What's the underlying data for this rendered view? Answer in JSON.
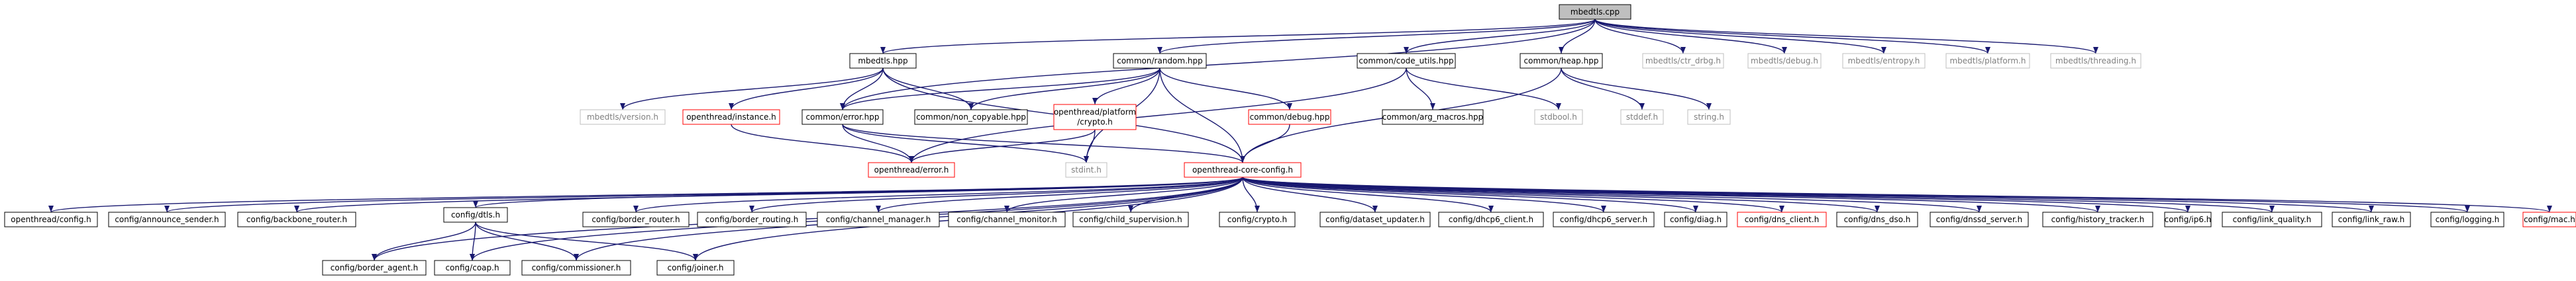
{
  "nodes": {
    "root": {
      "label": "mbedtls.cpp",
      "style": "root"
    },
    "mbedtls_hpp": {
      "label": "mbedtls.hpp",
      "style": "black"
    },
    "random_hpp": {
      "label": "common/random.hpp",
      "style": "black"
    },
    "code_utils_hpp": {
      "label": "common/code_utils.hpp",
      "style": "black"
    },
    "heap_hpp": {
      "label": "common/heap.hpp",
      "style": "black"
    },
    "ctr_drbg_h": {
      "label": "mbedtls/ctr_drbg.h",
      "style": "grey"
    },
    "debug_h": {
      "label": "mbedtls/debug.h",
      "style": "grey"
    },
    "entropy_h": {
      "label": "mbedtls/entropy.h",
      "style": "grey"
    },
    "platform_h": {
      "label": "mbedtls/platform.h",
      "style": "grey"
    },
    "threading_h": {
      "label": "mbedtls/threading.h",
      "style": "grey"
    },
    "version_h": {
      "label": "mbedtls/version.h",
      "style": "grey"
    },
    "instance_h": {
      "label": "openthread/instance.h",
      "style": "red"
    },
    "error_hpp": {
      "label": "common/error.hpp",
      "style": "black"
    },
    "non_copyable_hpp": {
      "label": "common/non_copyable.hpp",
      "style": "black"
    },
    "platform_crypto_h": {
      "label": [
        "openthread/platform",
        "/crypto.h"
      ],
      "style": "red"
    },
    "debug_hpp": {
      "label": "common/debug.hpp",
      "style": "red"
    },
    "arg_macros_hpp": {
      "label": "common/arg_macros.hpp",
      "style": "black"
    },
    "stdbool_h": {
      "label": "stdbool.h",
      "style": "grey"
    },
    "stddef_h": {
      "label": "stddef.h",
      "style": "grey"
    },
    "string_h": {
      "label": "string.h",
      "style": "grey"
    },
    "error_h": {
      "label": "openthread/error.h",
      "style": "red"
    },
    "stdint_h": {
      "label": "stdint.h",
      "style": "grey"
    },
    "core_config_h": {
      "label": "openthread-core-config.h",
      "style": "red"
    },
    "ot_config_h": {
      "label": "openthread/config.h",
      "style": "black"
    },
    "announce_sender_h": {
      "label": "config/announce_sender.h",
      "style": "black"
    },
    "backbone_router_h": {
      "label": "config/backbone_router.h",
      "style": "black"
    },
    "dtls_h": {
      "label": "config/dtls.h",
      "style": "black"
    },
    "border_router_h": {
      "label": "config/border_router.h",
      "style": "black"
    },
    "border_routing_h": {
      "label": "config/border_routing.h",
      "style": "black"
    },
    "channel_manager_h": {
      "label": "config/channel_manager.h",
      "style": "black"
    },
    "channel_monitor_h": {
      "label": "config/channel_monitor.h",
      "style": "black"
    },
    "child_supervision_h": {
      "label": "config/child_supervision.h",
      "style": "black"
    },
    "crypto_h": {
      "label": "config/crypto.h",
      "style": "black"
    },
    "dataset_updater_h": {
      "label": "config/dataset_updater.h",
      "style": "black"
    },
    "dhcp6_client_h": {
      "label": "config/dhcp6_client.h",
      "style": "black"
    },
    "dhcp6_server_h": {
      "label": "config/dhcp6_server.h",
      "style": "black"
    },
    "diag_h": {
      "label": "config/diag.h",
      "style": "black"
    },
    "dns_client_h": {
      "label": "config/dns_client.h",
      "style": "red"
    },
    "dns_dso_h": {
      "label": "config/dns_dso.h",
      "style": "black"
    },
    "dnssd_server_h": {
      "label": "config/dnssd_server.h",
      "style": "black"
    },
    "history_tracker_h": {
      "label": "config/history_tracker.h",
      "style": "black"
    },
    "ip6_h": {
      "label": "config/ip6.h",
      "style": "black"
    },
    "link_quality_h": {
      "label": "config/link_quality.h",
      "style": "black"
    },
    "link_raw_h": {
      "label": "config/link_raw.h",
      "style": "black"
    },
    "logging_h": {
      "label": "config/logging.h",
      "style": "black"
    },
    "mac_h": {
      "label": "config/mac.h",
      "style": "red"
    },
    "border_agent_h": {
      "label": "config/border_agent.h",
      "style": "black"
    },
    "coap_h": {
      "label": "config/coap.h",
      "style": "black"
    },
    "commissioner_h": {
      "label": "config/commissioner.h",
      "style": "black"
    },
    "joiner_h": {
      "label": "config/joiner.h",
      "style": "black"
    }
  },
  "edges": [
    [
      "root",
      "mbedtls_hpp"
    ],
    [
      "root",
      "random_hpp"
    ],
    [
      "root",
      "code_utils_hpp"
    ],
    [
      "root",
      "heap_hpp"
    ],
    [
      "root",
      "ctr_drbg_h"
    ],
    [
      "root",
      "debug_h"
    ],
    [
      "root",
      "entropy_h"
    ],
    [
      "root",
      "platform_h"
    ],
    [
      "root",
      "threading_h"
    ],
    [
      "root",
      "error_hpp"
    ],
    [
      "mbedtls_hpp",
      "version_h"
    ],
    [
      "mbedtls_hpp",
      "instance_h"
    ],
    [
      "mbedtls_hpp",
      "error_hpp"
    ],
    [
      "mbedtls_hpp",
      "non_copyable_hpp"
    ],
    [
      "mbedtls_hpp",
      "core_config_h"
    ],
    [
      "random_hpp",
      "error_hpp"
    ],
    [
      "random_hpp",
      "non_copyable_hpp"
    ],
    [
      "random_hpp",
      "platform_crypto_h"
    ],
    [
      "random_hpp",
      "debug_hpp"
    ],
    [
      "random_hpp",
      "stdint_h"
    ],
    [
      "random_hpp",
      "core_config_h"
    ],
    [
      "code_utils_hpp",
      "arg_macros_hpp"
    ],
    [
      "code_utils_hpp",
      "stdbool_h"
    ],
    [
      "code_utils_hpp",
      "error_h"
    ],
    [
      "heap_hpp",
      "stddef_h"
    ],
    [
      "heap_hpp",
      "string_h"
    ],
    [
      "heap_hpp",
      "core_config_h"
    ],
    [
      "instance_h",
      "error_h"
    ],
    [
      "error_hpp",
      "error_h"
    ],
    [
      "error_hpp",
      "stdint_h"
    ],
    [
      "error_hpp",
      "core_config_h"
    ],
    [
      "platform_crypto_h",
      "error_h"
    ],
    [
      "platform_crypto_h",
      "stdint_h"
    ],
    [
      "debug_hpp",
      "core_config_h"
    ],
    [
      "core_config_h",
      "ot_config_h"
    ],
    [
      "core_config_h",
      "announce_sender_h"
    ],
    [
      "core_config_h",
      "backbone_router_h"
    ],
    [
      "core_config_h",
      "dtls_h"
    ],
    [
      "core_config_h",
      "border_router_h"
    ],
    [
      "core_config_h",
      "border_routing_h"
    ],
    [
      "core_config_h",
      "channel_manager_h"
    ],
    [
      "core_config_h",
      "channel_monitor_h"
    ],
    [
      "core_config_h",
      "child_supervision_h"
    ],
    [
      "core_config_h",
      "crypto_h"
    ],
    [
      "core_config_h",
      "dataset_updater_h"
    ],
    [
      "core_config_h",
      "dhcp6_client_h"
    ],
    [
      "core_config_h",
      "dhcp6_server_h"
    ],
    [
      "core_config_h",
      "diag_h"
    ],
    [
      "core_config_h",
      "dns_client_h"
    ],
    [
      "core_config_h",
      "dns_dso_h"
    ],
    [
      "core_config_h",
      "dnssd_server_h"
    ],
    [
      "core_config_h",
      "history_tracker_h"
    ],
    [
      "core_config_h",
      "ip6_h"
    ],
    [
      "core_config_h",
      "link_quality_h"
    ],
    [
      "core_config_h",
      "link_raw_h"
    ],
    [
      "core_config_h",
      "logging_h"
    ],
    [
      "core_config_h",
      "mac_h"
    ],
    [
      "core_config_h",
      "border_agent_h"
    ],
    [
      "core_config_h",
      "coap_h"
    ],
    [
      "core_config_h",
      "commissioner_h"
    ],
    [
      "core_config_h",
      "joiner_h"
    ],
    [
      "dtls_h",
      "border_agent_h"
    ],
    [
      "dtls_h",
      "coap_h"
    ],
    [
      "dtls_h",
      "commissioner_h"
    ],
    [
      "dtls_h",
      "joiner_h"
    ]
  ],
  "colors": {
    "root_fill": "#bfbfbf",
    "black_border": "#000000",
    "red_border": "#ff0000",
    "grey_border": "#bfbfbf",
    "grey_text": "#7f7f7f",
    "edge": "#191970"
  }
}
